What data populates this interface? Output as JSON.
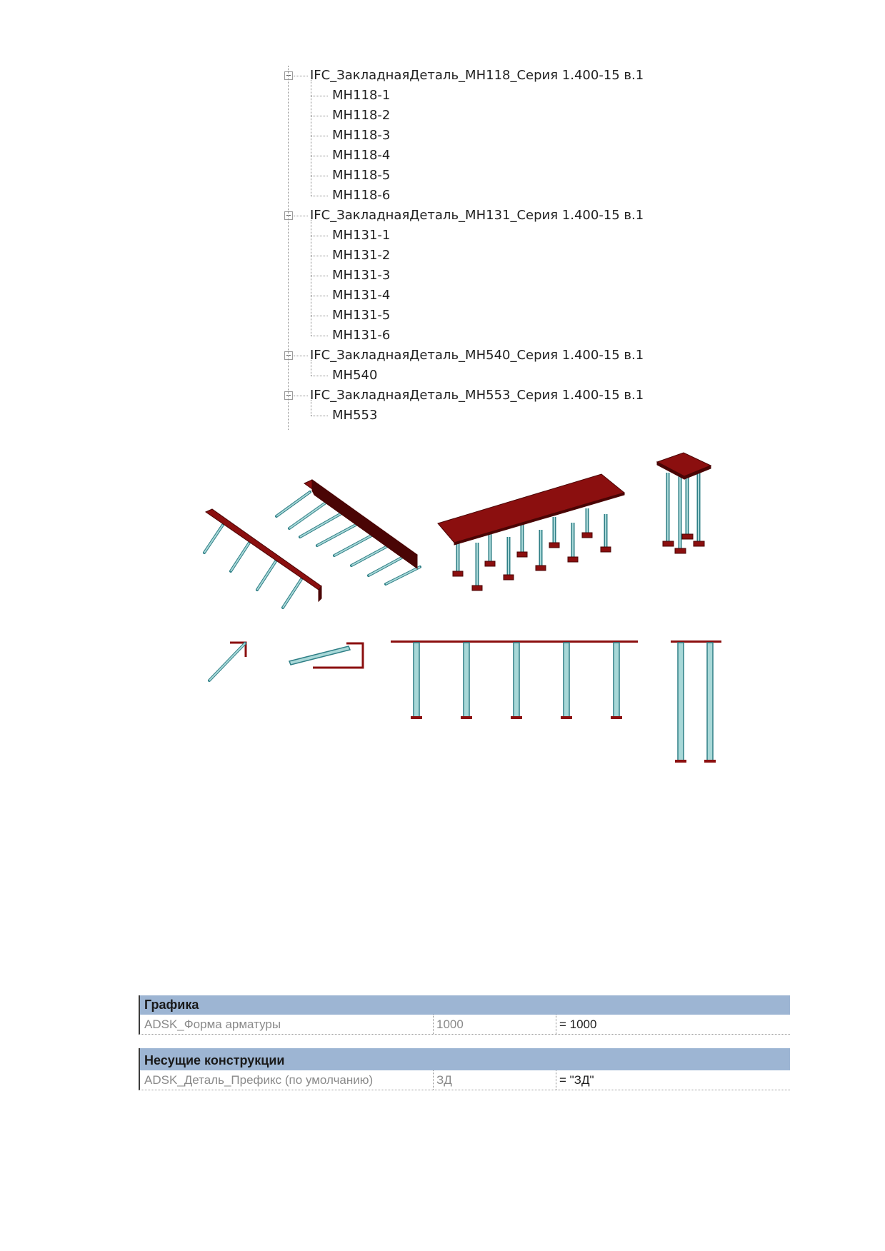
{
  "tree": {
    "groups": [
      {
        "label": "IFC_ЗакладнаяДеталь_МН118_Серия 1.400-15 в.1",
        "children": [
          "МН118-1",
          "МН118-2",
          "МН118-3",
          "МН118-4",
          "МН118-5",
          "МН118-6"
        ]
      },
      {
        "label": "IFC_ЗакладнаяДеталь_МН131_Серия 1.400-15 в.1",
        "children": [
          "МН131-1",
          "МН131-2",
          "МН131-3",
          "МН131-4",
          "МН131-5",
          "МН131-6"
        ]
      },
      {
        "label": "IFC_ЗакладнаяДеталь_МН540_Серия 1.400-15 в.1",
        "children": [
          "МН540"
        ]
      },
      {
        "label": "IFC_ЗакладнаяДеталь_МН553_Серия 1.400-15 в.1",
        "children": [
          "МН553"
        ]
      }
    ]
  },
  "colors": {
    "plate": "#8b0f0f",
    "plate_dark": "#4a0505",
    "rod": "#a8d8d8",
    "rod_edge": "#2f7f86",
    "table_header": "#9db5d3"
  },
  "property_tables": [
    {
      "section": "Графика",
      "rows": [
        {
          "name": "ADSK_Форма арматуры",
          "value": "1000",
          "formula": "= 1000"
        }
      ]
    },
    {
      "section": "Несущие конструкции",
      "rows": [
        {
          "name": "ADSK_Деталь_Префикс (по умолчанию)",
          "value": "ЗД",
          "formula": "= \"ЗД\""
        }
      ]
    }
  ]
}
